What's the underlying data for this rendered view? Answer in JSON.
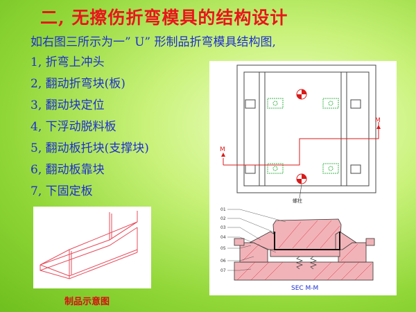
{
  "slide": {
    "title": "二, 无擦伤折弯模具的结构设计",
    "intro": "如右图三所示为一” U” 形制品折弯模具结构图,",
    "parts": [
      "1, 折弯上冲头",
      "2, 翻动折弯块(板)",
      "3, 翻动块定位",
      "4, 下浮动脱料板",
      "5, 翻动板托块(支撑块)",
      "6, 翻动板靠块",
      "7, 下固定板"
    ],
    "product_caption": "制品示意图"
  },
  "drawing": {
    "section_mark": "M",
    "pin_label": "螺柱",
    "callouts": [
      "01",
      "02",
      "03",
      "04",
      "05",
      "06",
      "07"
    ],
    "section_title": "SEC M-M"
  },
  "colors": {
    "title": "#e8161b",
    "text": "#1e2fd0",
    "caption": "#d61111",
    "hatch": "#e0283a",
    "line": "#333333"
  }
}
